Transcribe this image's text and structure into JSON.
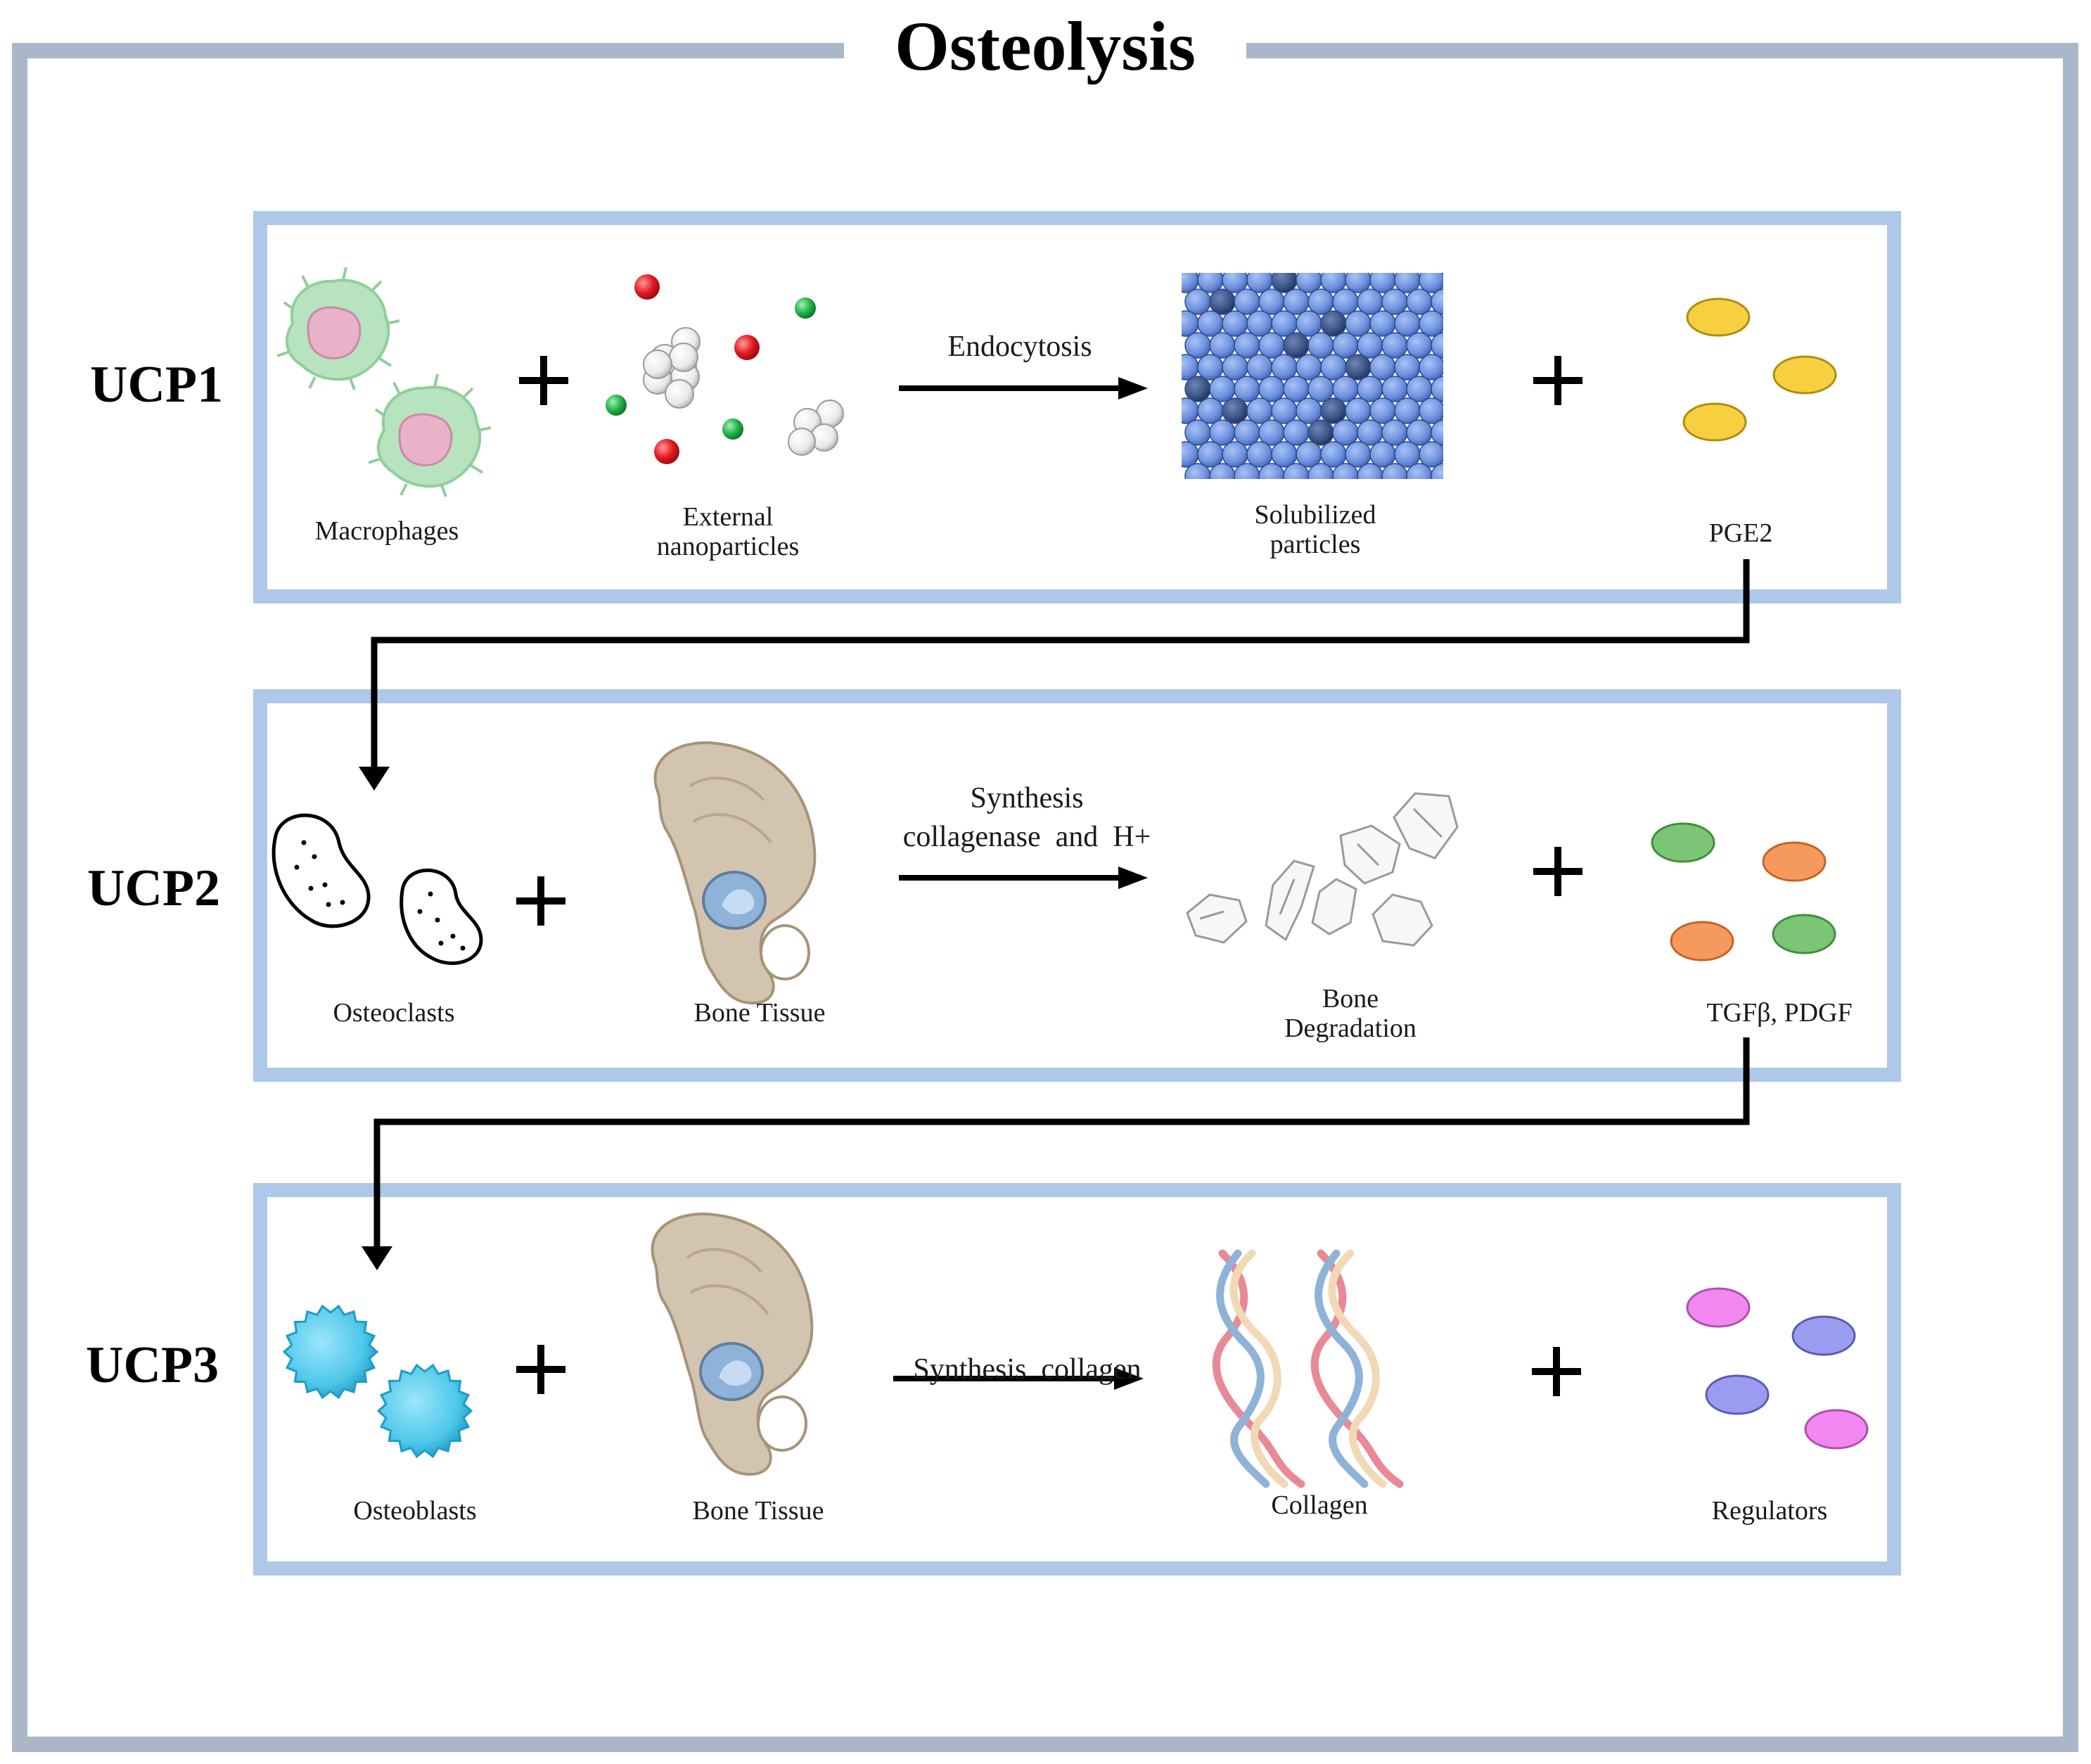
{
  "title": "Osteolysis",
  "colors": {
    "outer_frame": "#a9b7c9",
    "panel_frame": "#adc8e8",
    "connector": "#000000",
    "red_particle": "#e41b23",
    "green_particle": "#22b34a",
    "grey_particle": "#e6e6e6",
    "blue_particle": "#6d92de",
    "dark_blue_particle": "#3a5386",
    "pge2": "#f6d040",
    "green_factor": "#7cc576",
    "orange_factor": "#f59a5c",
    "pink_regulator": "#f088f0",
    "purple_regulator": "#9b9bf0",
    "osteoblast": "#4ec7ea",
    "macrophage": "#b7e3bf",
    "bone": "#d3c4b0"
  },
  "panels": [
    {
      "id": "UCP1",
      "label": "UCP1",
      "items": [
        "Macrophages",
        "External nanoparticles"
      ],
      "item_lines": [
        [
          "Macrophages"
        ],
        [
          "External",
          "nanoparticles"
        ]
      ],
      "process": [
        "Endocytosis"
      ],
      "products": [
        "Solubilized particles",
        "PGE2"
      ],
      "product_lines": [
        [
          "Solubilized",
          "particles"
        ],
        [
          "PGE2"
        ]
      ],
      "icons": [
        "macrophage-icon",
        "nanoparticles-icon",
        "solubilized-particles-icon",
        "pge2-icon"
      ]
    },
    {
      "id": "UCP2",
      "label": "UCP2",
      "items": [
        "Osteoclasts",
        "Bone Tissue"
      ],
      "item_lines": [
        [
          "Osteoclasts"
        ],
        [
          "Bone Tissue"
        ]
      ],
      "process": [
        "Synthesis",
        "collagenase  and  H+"
      ],
      "products": [
        "Bone Degradation",
        "TGFβ, PDGF"
      ],
      "product_lines": [
        [
          "Bone",
          "Degradation"
        ],
        [
          "TGFβ, PDGF"
        ]
      ],
      "icons": [
        "osteoclast-icon",
        "bone-tissue-icon",
        "bone-fragments-icon",
        "growth-factor-icon"
      ]
    },
    {
      "id": "UCP3",
      "label": "UCP3",
      "items": [
        "Osteoblasts",
        "Bone Tissue"
      ],
      "item_lines": [
        [
          "Osteoblasts"
        ],
        [
          "Bone Tissue"
        ]
      ],
      "process": [
        "Synthesis  collagen"
      ],
      "products": [
        "Collagen",
        "Regulators"
      ],
      "product_lines": [
        [
          "Collagen"
        ],
        [
          "Regulators"
        ]
      ],
      "icons": [
        "osteoblast-icon",
        "bone-tissue-icon",
        "collagen-icon",
        "regulator-icon"
      ]
    }
  ],
  "operators": {
    "plus": "+"
  }
}
